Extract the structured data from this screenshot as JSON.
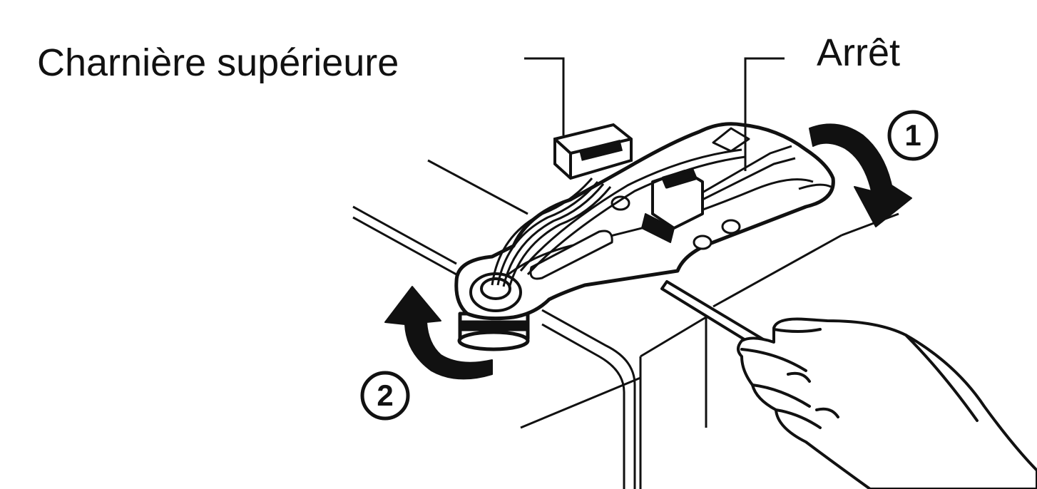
{
  "labels": {
    "upper_hinge": "Charnière supérieure",
    "stop": "Arrêt"
  },
  "steps": {
    "step1": "1",
    "step2": "2"
  },
  "colors": {
    "ink": "#111111",
    "background": "#ffffff"
  },
  "icons": {
    "hinge": "hinge-illustration",
    "screwdriver": "screwdriver-icon",
    "hand": "hand-icon",
    "arrow1": "curved-arrow-down-icon",
    "arrow2": "curved-arrow-up-icon"
  }
}
